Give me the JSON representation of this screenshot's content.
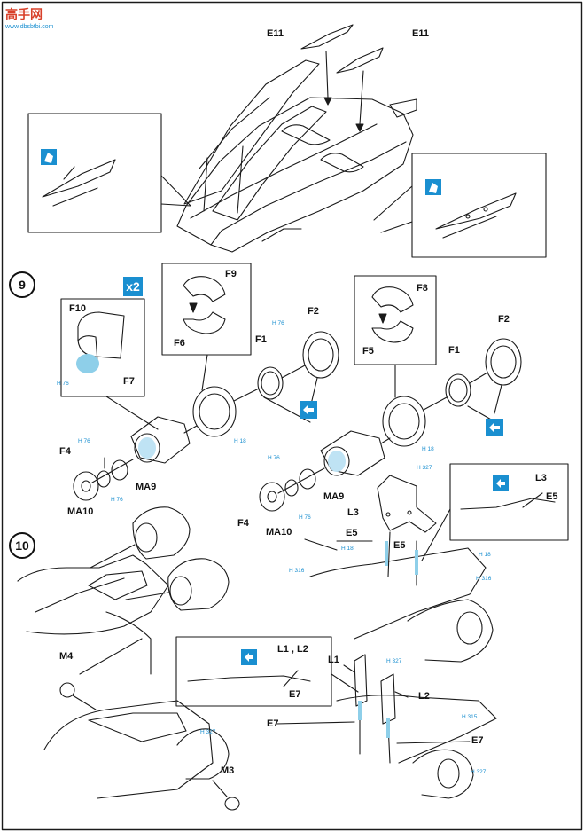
{
  "watermark": {
    "brand": "高手网",
    "url": "www.dbsbtbi.com"
  },
  "steps": [
    {
      "number": "9",
      "multiplier": "x2"
    },
    {
      "number": "10"
    }
  ],
  "step8_parts": {
    "e11_left": "E11",
    "e11_right": "E11"
  },
  "step9_parts": {
    "f10": "F10",
    "f7": "F7",
    "f9": "F9",
    "f6": "F6",
    "f1_a": "F1",
    "f2_a": "F2",
    "f8": "F8",
    "f5": "F5",
    "f1_b": "F1",
    "f2_b": "F2",
    "f4_a": "F4",
    "ma9_a": "MA9",
    "ma10_a": "MA10",
    "f4_b": "F4",
    "ma10_b": "MA10",
    "ma9_b": "MA9"
  },
  "step10_parts": {
    "l3_a": "L3",
    "e5_a": "E5",
    "l3_b": "L3",
    "e5_b": "E5",
    "e5_c": "E5",
    "l1l2": "L1 , L2",
    "e7_a": "E7",
    "l1": "L1",
    "l2": "L2",
    "e7_b": "E7",
    "e7_c": "E7",
    "m4": "M4",
    "m3": "M3"
  },
  "color_codes": {
    "h76_a": "H 76",
    "h76_b": "H 76",
    "h18_a": "H 18",
    "h18_b": "H 18",
    "h76_c": "H 76",
    "h76_d": "H 76",
    "h76_e": "H 76",
    "h76_f": "H 76",
    "h327_a": "H 327",
    "h18_c": "H 18",
    "h316_a": "H 316",
    "h18_d": "H 18",
    "h316_b": "H 316",
    "h327_b": "H 327",
    "h315": "H 315",
    "h327_c": "H 327",
    "h327_d": "H 327"
  },
  "colors": {
    "accent": "#1a8fd0",
    "line": "#1a1a1a"
  }
}
